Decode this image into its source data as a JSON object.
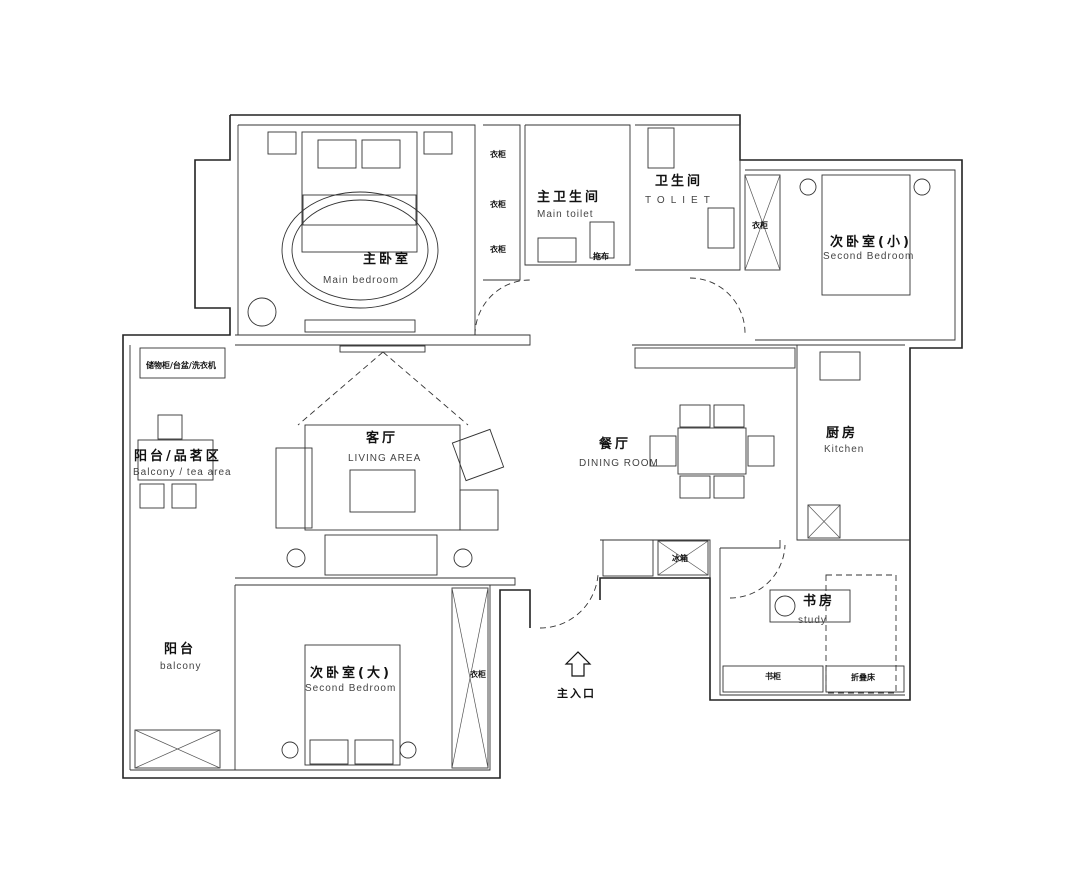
{
  "rooms": {
    "main_bedroom": {
      "zh": "主卧室",
      "en": "Main bedroom"
    },
    "main_toilet": {
      "zh": "主卫生间",
      "en": "Main toilet"
    },
    "toilet": {
      "zh": "卫生间",
      "en": "TOLIET"
    },
    "second_bedroom_small": {
      "zh": "次卧室(小)",
      "en": "Second Bedroom"
    },
    "balcony_tea": {
      "zh": "阳台/品茗区",
      "en": "Balcony / tea area"
    },
    "living": {
      "zh": "客厅",
      "en": "LIVING AREA"
    },
    "dining": {
      "zh": "餐厅",
      "en": "DINING ROOM"
    },
    "kitchen": {
      "zh": "厨房",
      "en": "Kitchen"
    },
    "study": {
      "zh": "书房",
      "en": "study"
    },
    "balcony": {
      "zh": "阳台",
      "en": "balcony"
    },
    "second_bedroom_large": {
      "zh": "次卧室(大)",
      "en": "Second Bedroom"
    }
  },
  "fixtures": {
    "wardrobe": "衣柜",
    "storage_laundry": "储物柜/台盆/洗衣机",
    "fridge": "冰箱",
    "bookcase": "书柜",
    "folding_bed": "折叠床",
    "mop_sink": "拖布"
  },
  "entrance": {
    "label": "主入口"
  }
}
